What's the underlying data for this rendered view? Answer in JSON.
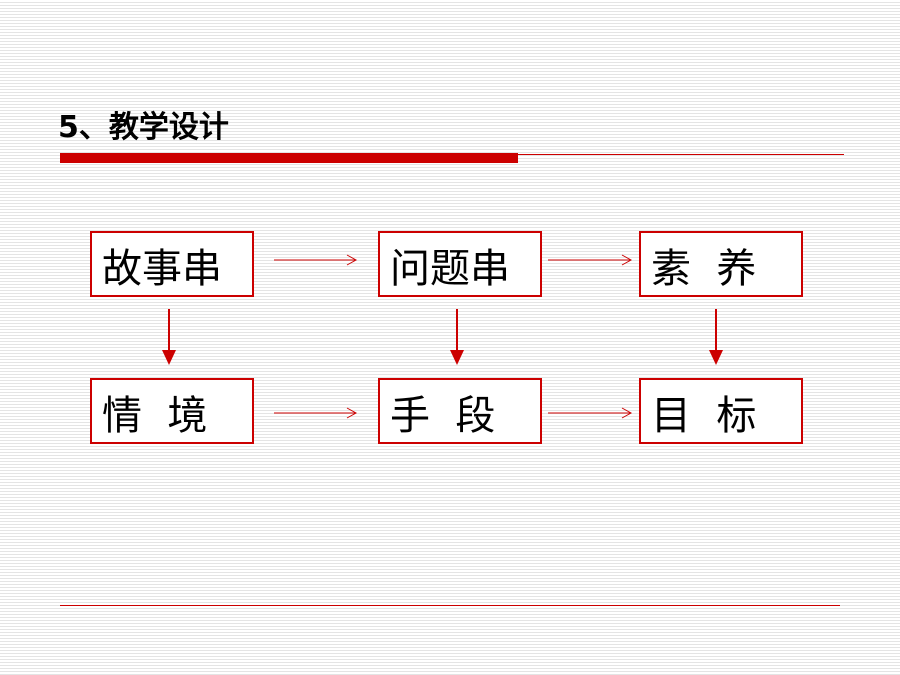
{
  "slide": {
    "title": "5、教学设计"
  },
  "diagram": {
    "nodes": [
      {
        "id": "story-chain",
        "label": "故事串"
      },
      {
        "id": "question-chain",
        "label": "问题串"
      },
      {
        "id": "literacy",
        "label": "素  养"
      },
      {
        "id": "situation",
        "label": "情  境"
      },
      {
        "id": "means",
        "label": "手  段"
      },
      {
        "id": "goal",
        "label": "目  标"
      }
    ],
    "edges": [
      {
        "from": "story-chain",
        "to": "question-chain"
      },
      {
        "from": "question-chain",
        "to": "literacy"
      },
      {
        "from": "situation",
        "to": "means"
      },
      {
        "from": "means",
        "to": "goal"
      },
      {
        "from": "story-chain",
        "to": "situation"
      },
      {
        "from": "question-chain",
        "to": "means"
      },
      {
        "from": "literacy",
        "to": "goal"
      }
    ]
  },
  "colors": {
    "accent": "#cc0000",
    "text": "#000000",
    "background": "#ffffff",
    "stripe": "#e4e4e4"
  }
}
